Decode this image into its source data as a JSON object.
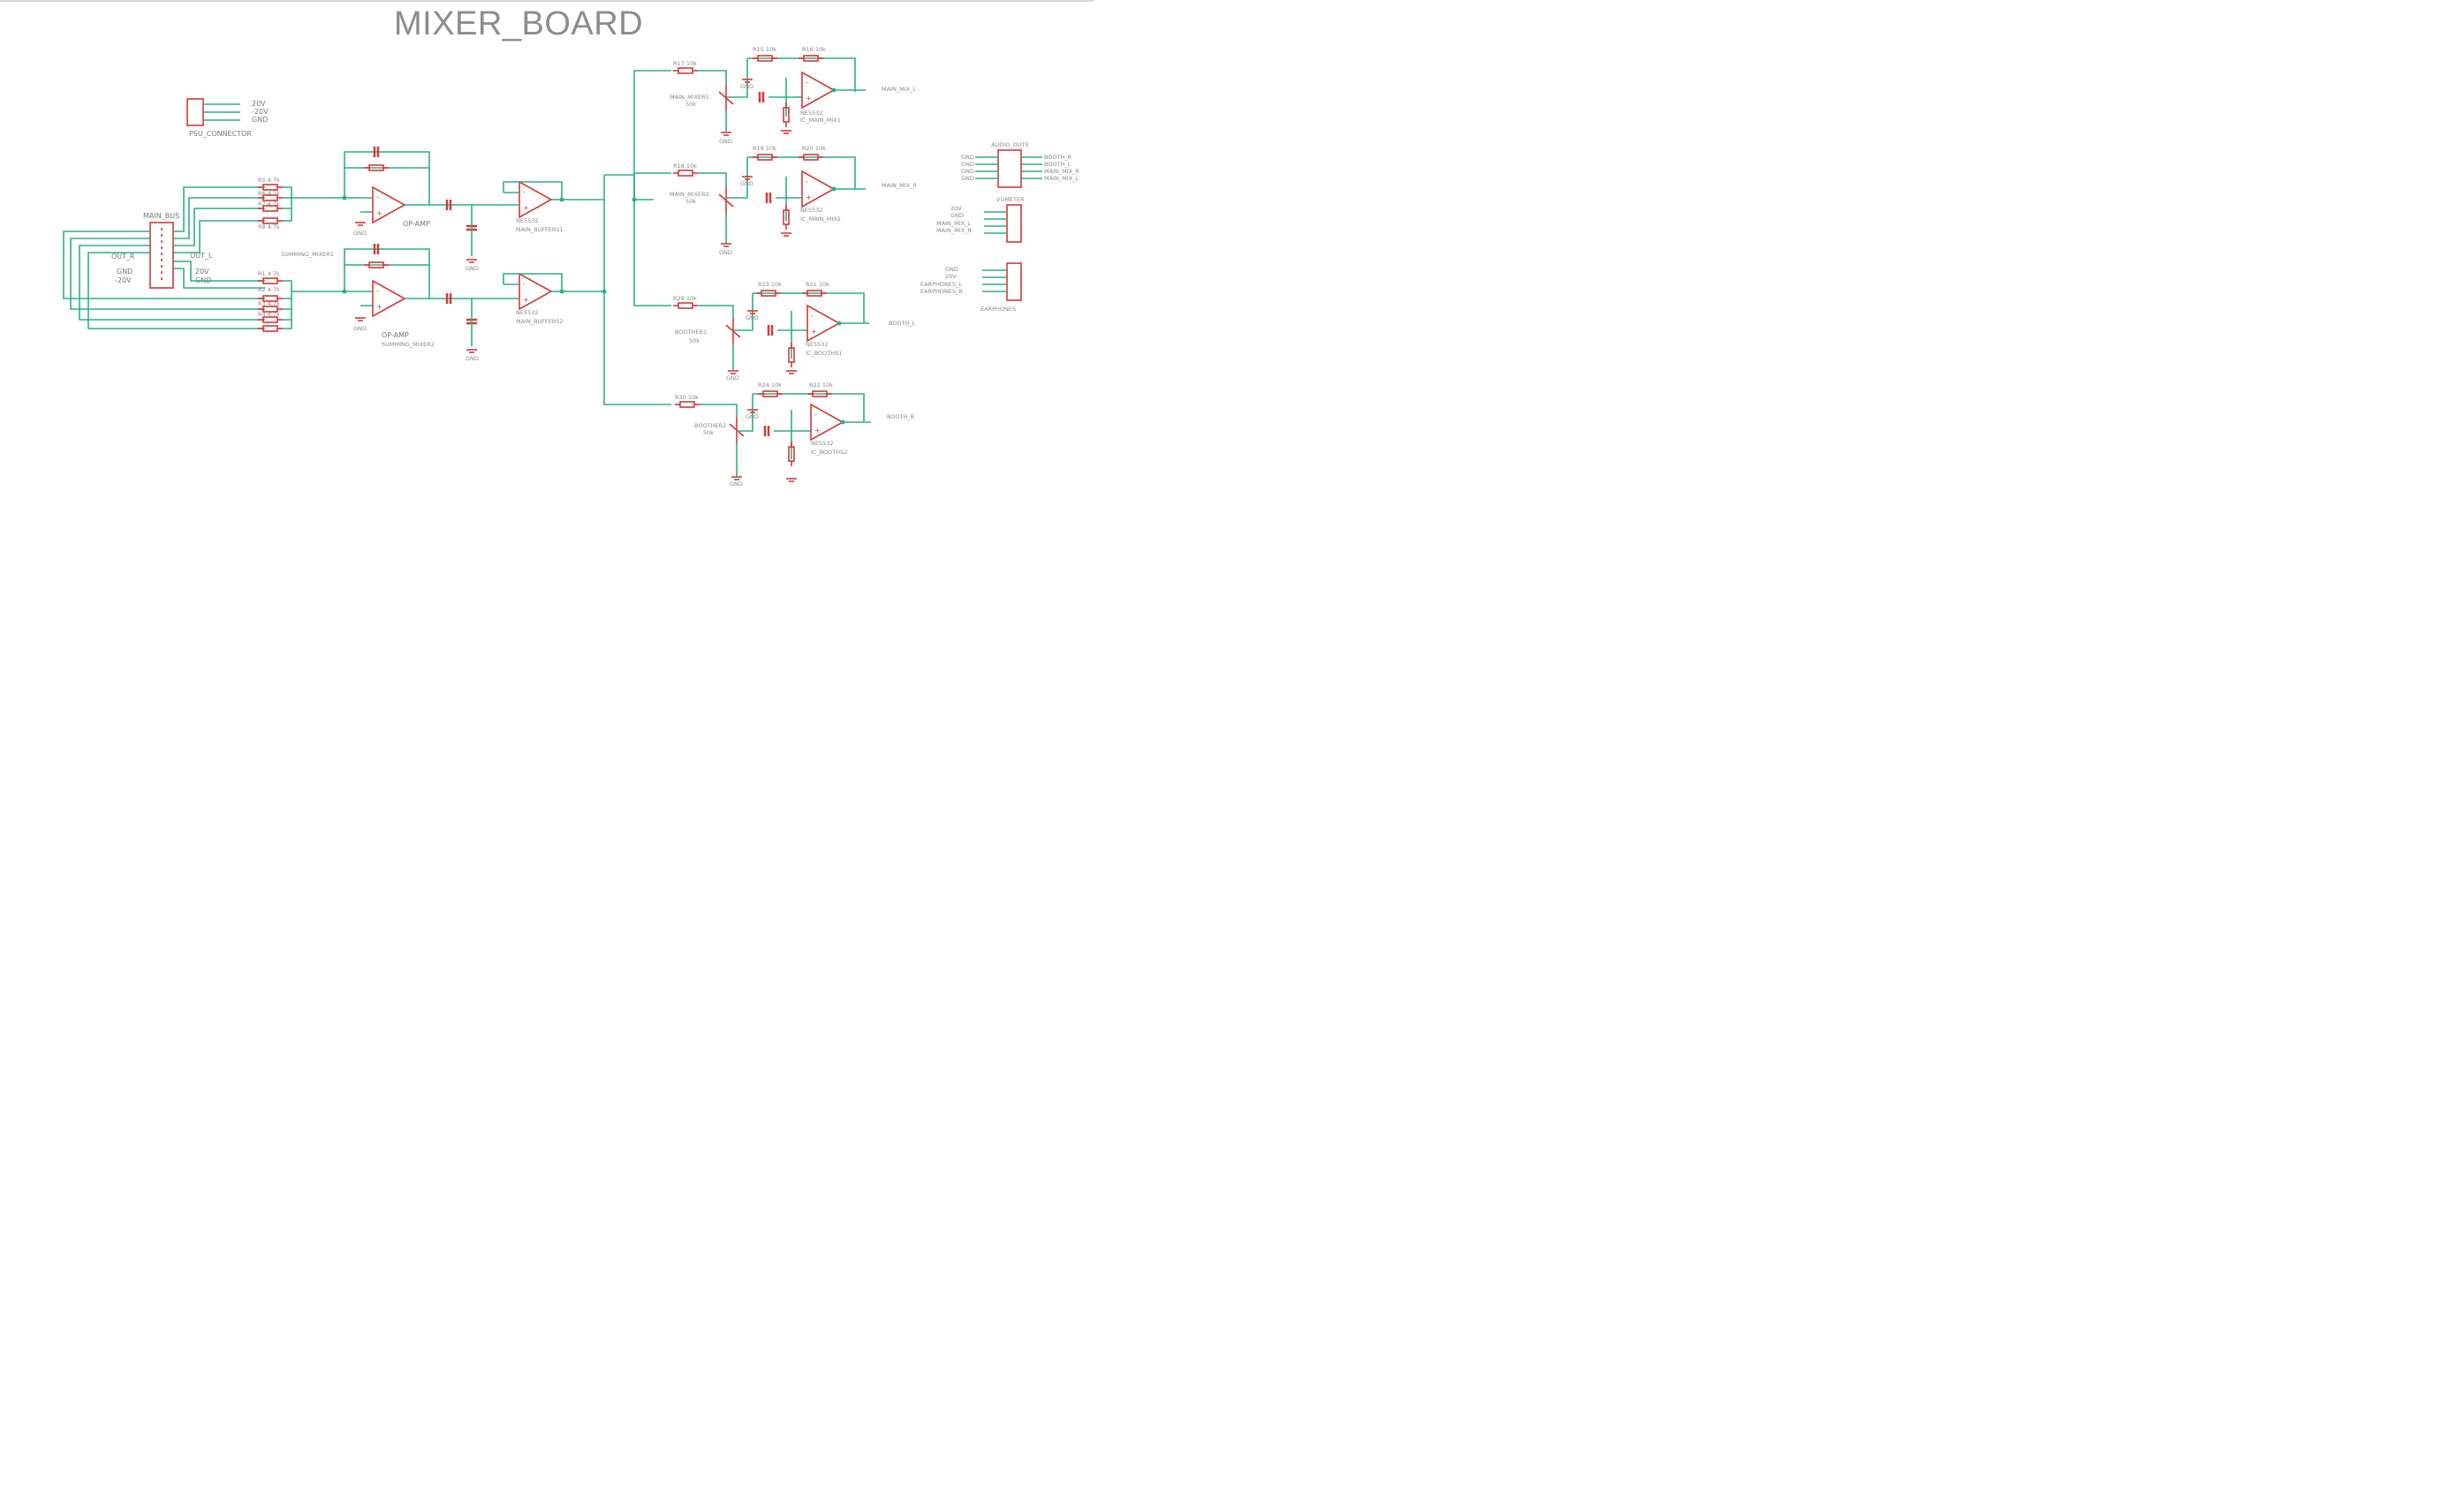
{
  "title": "MIXER_BOARD",
  "colors": {
    "wire": "#2fae86",
    "part": "#d23a3a",
    "label": "#777777",
    "title": "#8c8c8c"
  },
  "psu": {
    "name": "PSU_CONNECTOR",
    "pins": [
      "20V",
      "-20V",
      "GND"
    ]
  },
  "main_bus": {
    "name": "MAIN_BUS",
    "left": [
      "OUT_R",
      "GND",
      "-20V"
    ],
    "right": [
      "OUT_L",
      "20V",
      "GND"
    ]
  },
  "input_resistors_top": [
    "R5 4.7k",
    "R6 4.7k",
    "R7 4.7k",
    "R8 4.7k"
  ],
  "input_resistors_bottom": [
    "R1 4.7k",
    "R2 4.7k",
    "R3 4.7k",
    "R4 4.7k"
  ],
  "summing": [
    {
      "opamp": "OP-AMP",
      "name": "SUMMING_MIXER1",
      "gnd": "GND"
    },
    {
      "opamp": "OP-AMP",
      "name": "SUMMING_MIXER2",
      "gnd": "GND"
    }
  ],
  "buffers": [
    {
      "part": "NE5532",
      "name": "MAIN_BUFFERS1"
    },
    {
      "part": "NE5532",
      "name": "MAIN_BUFFERS2"
    }
  ],
  "stages": [
    {
      "rin": "R17 10k",
      "pot": "MAIN_MIXER1",
      "potval": "50k",
      "ra": "R15 10k",
      "rb": "R16 10k",
      "part": "NE5532",
      "name": "IC_MAIN_MIX1",
      "out": "MAIN_MIX_L",
      "gnd": "GND"
    },
    {
      "rin": "R18 10k",
      "pot": "MAIN_MIXER2",
      "potval": "50k",
      "ra": "R19 10k",
      "rb": "R20 10k",
      "part": "NE5532",
      "name": "IC_MAIN_MIX2",
      "out": "MAIN_MIX_R",
      "gnd": "GND"
    },
    {
      "rin": "R29 10k",
      "pot": "BOOTHER1",
      "potval": "50k",
      "ra": "R23 10k",
      "rb": "R21 10k",
      "part": "NE5532",
      "name": "IC_BOOTHS1",
      "out": "BOOTH_L",
      "gnd": "GND"
    },
    {
      "rin": "R30 10k",
      "pot": "BOOTHER2",
      "potval": "50k",
      "ra": "R24 10k",
      "rb": "R22 10k",
      "part": "NE5532",
      "name": "IC_BOOTHS2",
      "out": "BOOTH_R",
      "gnd": "GND"
    }
  ],
  "audio_outs": {
    "name": "AUDIO_OUTS",
    "left": [
      "GND",
      "GND",
      "GND",
      "GND"
    ],
    "right": [
      "BOOTH_R",
      "BOOTH_L",
      "MAIN_MIX_R",
      "MAIN_MIX_L"
    ]
  },
  "vumeter": {
    "name": "VUMETER",
    "pins": [
      "20V",
      "GND",
      "MAIN_MIX_L",
      "MAIN_MIX_R"
    ]
  },
  "earphones": {
    "name": "EARPHONES",
    "pins": [
      "GND",
      "20V",
      "EARPHONES_L",
      "EARPHONES_R"
    ]
  }
}
